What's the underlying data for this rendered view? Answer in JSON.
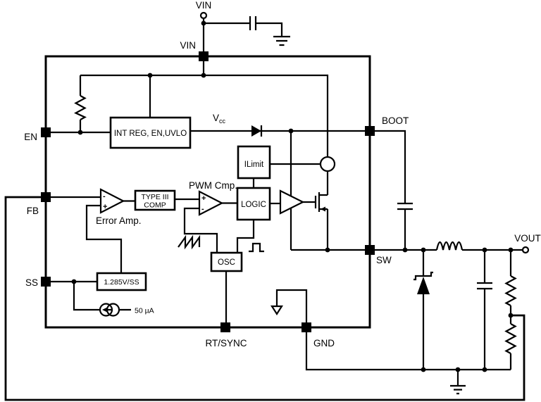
{
  "diagram_type": "switching-regulator-block-diagram",
  "colors": {
    "ink": "#000000",
    "background": "#ffffff"
  },
  "terminals": {
    "vin_top": "VIN",
    "vout": "VOUT"
  },
  "pins": {
    "vin": "VIN",
    "en": "EN",
    "fb": "FB",
    "ss": "SS",
    "rt_sync": "RT/SYNC",
    "gnd": "GND",
    "boot": "BOOT",
    "sw": "SW"
  },
  "blocks": {
    "int_reg": "INT REG, EN,UVLO",
    "ilimit": "ILimit",
    "logic": "LOGIC",
    "osc": "OSC",
    "type3_line1": "TYPE III",
    "type3_line2": "COMP",
    "reference": "1.285V/SS"
  },
  "amplifiers": {
    "error_amp_label": "Error Amp.",
    "pwm_cmp_label": "PWM Cmp.",
    "plus": "+",
    "minus": "-"
  },
  "annotations": {
    "vcc_main": "V",
    "vcc_sub": "cc",
    "soft_start_current": "50 µA"
  }
}
